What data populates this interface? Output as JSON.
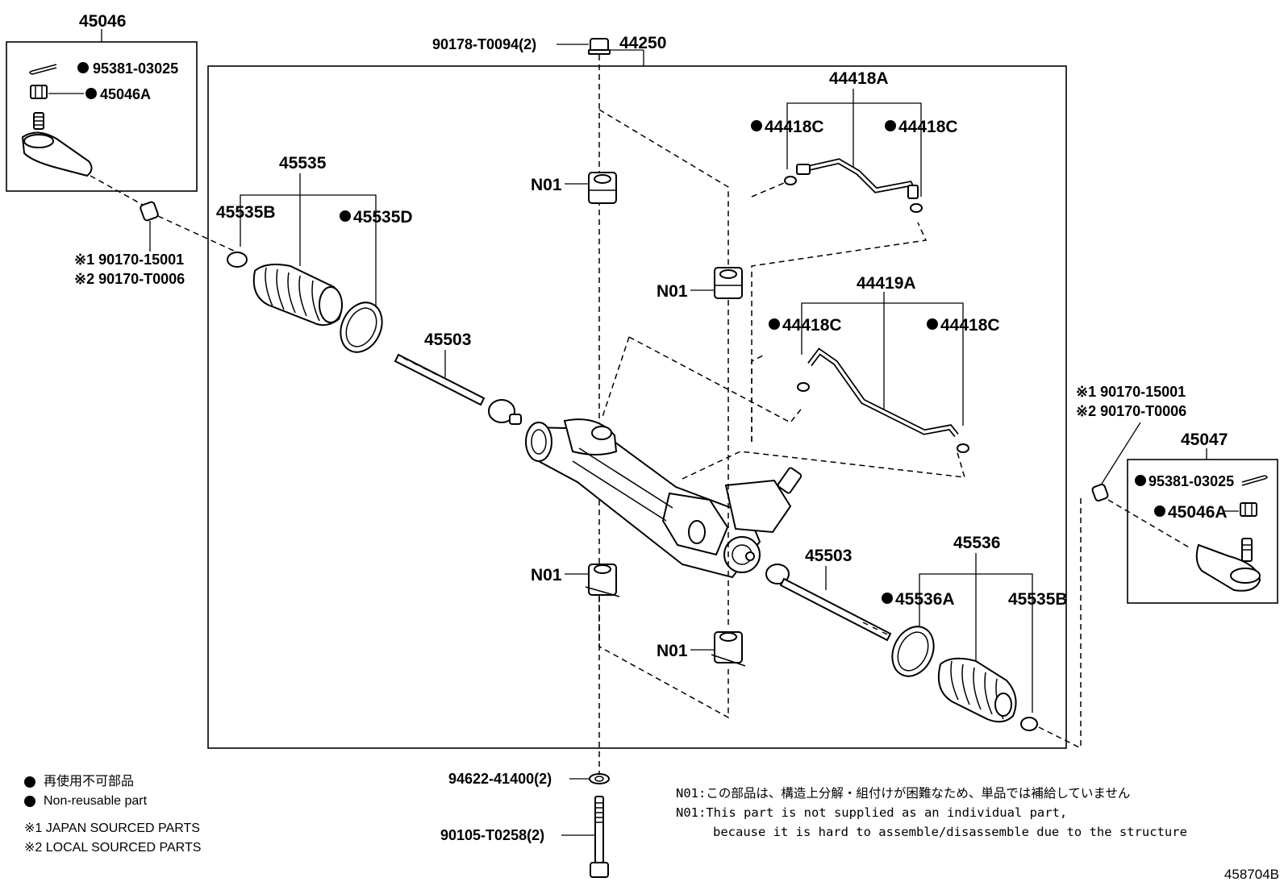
{
  "parts": {
    "p45046": "45046",
    "p45047": "45047",
    "p44250": "44250",
    "p45535": "45535",
    "p45535B_left": "45535B",
    "p45535D": "45535D",
    "p45503_left": "45503",
    "p45503_right": "45503",
    "p45536": "45536",
    "p45536A": "45536A",
    "p45535B_right": "45535B",
    "p44418A": "44418A",
    "p44419A": "44419A",
    "p44418C_1": "44418C",
    "p44418C_2": "44418C",
    "p44418C_3": "44418C",
    "p44418C_4": "44418C",
    "p95381_left": "95381-03025",
    "p95381_right": "95381-03025",
    "p45046A_left": "45046A",
    "p45046A_right": "45046A",
    "p90178": "90178-T0094(2)",
    "p94622": "94622-41400(2)",
    "p90105": "90105-T0258(2)",
    "nut_left_1": "※1 90170-15001",
    "nut_left_2": "※2 90170-T0006",
    "nut_right_1": "※1 90170-15001",
    "nut_right_2": "※2 90170-T0006",
    "n01_a": "N01",
    "n01_b": "N01",
    "n01_c": "N01",
    "n01_d": "N01"
  },
  "legend": {
    "nonreusable_jp": "再使用不可部品",
    "nonreusable_en": "Non-reusable part",
    "note1": "※1 JAPAN SOURCED PARTS",
    "note2": "※2 LOCAL SOURCED PARTS"
  },
  "note": {
    "line1": "N01:この部品は、構造上分解・組付けが困難なため、単品では補給していません",
    "line2": "N01:This part is not supplied as an individual part,",
    "line3": "because it is hard to assemble/disassemble due to the structure"
  },
  "figure_number": "458704B"
}
